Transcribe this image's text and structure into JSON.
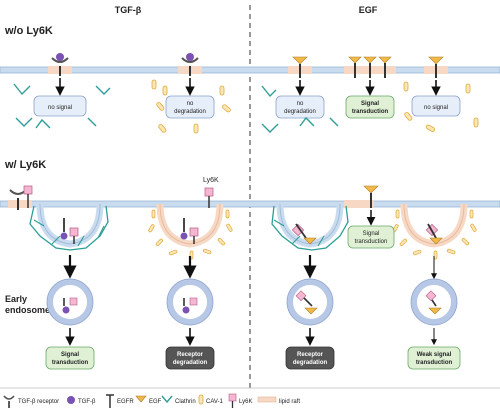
{
  "headers": {
    "left": "TGF-β",
    "right": "EGF"
  },
  "rows": {
    "without": "w/o Ly6K",
    "with": "w/ Ly6K"
  },
  "top_boxes": {
    "b1": "no signal",
    "b2_l1": "no",
    "b2_l2": "degradation",
    "b3_l1": "no",
    "b3_l2": "degradation",
    "b4_l1": "Signal",
    "b4_l2": "transduction",
    "b5": "no signal"
  },
  "labels": {
    "ly6k": "Ly6K",
    "early_l1": "Early",
    "early_l2": "endosome"
  },
  "bottom_boxes": {
    "side_l1": "Signal",
    "side_l2": "transduction",
    "c1_l1": "Signal",
    "c1_l2": "transduction",
    "c2_l1": "Receptor",
    "c2_l2": "degradation",
    "c3_l1": "Receptor",
    "c3_l2": "degradation",
    "c4_l1": "Weak signal",
    "c4_l2": "transduction"
  },
  "legend": {
    "tgfb_receptor": "TGF-β receptor",
    "tgfb": "TGF-β",
    "egfr": "EGFR",
    "egf": "EGF",
    "clathrin": "Clathrin",
    "cav1": "CAV-1",
    "ly6k": "Ly6K",
    "lipid_raft": "lipid raft"
  },
  "colors": {
    "membrane": "#c9dbee",
    "membrane_edge": "#9ab6d6",
    "raft": "#f6d8c4",
    "clathrin": "#2e9e96",
    "cav1": "#f2c25c",
    "tgfb": "#7a52b3",
    "egf": "#f0b94a",
    "ly6k": "#f4b6d0",
    "signal_box": "#dff0d4",
    "no_box": "#e6eef9",
    "dark_box": "#555555",
    "endosome": "#b7c7e6"
  }
}
